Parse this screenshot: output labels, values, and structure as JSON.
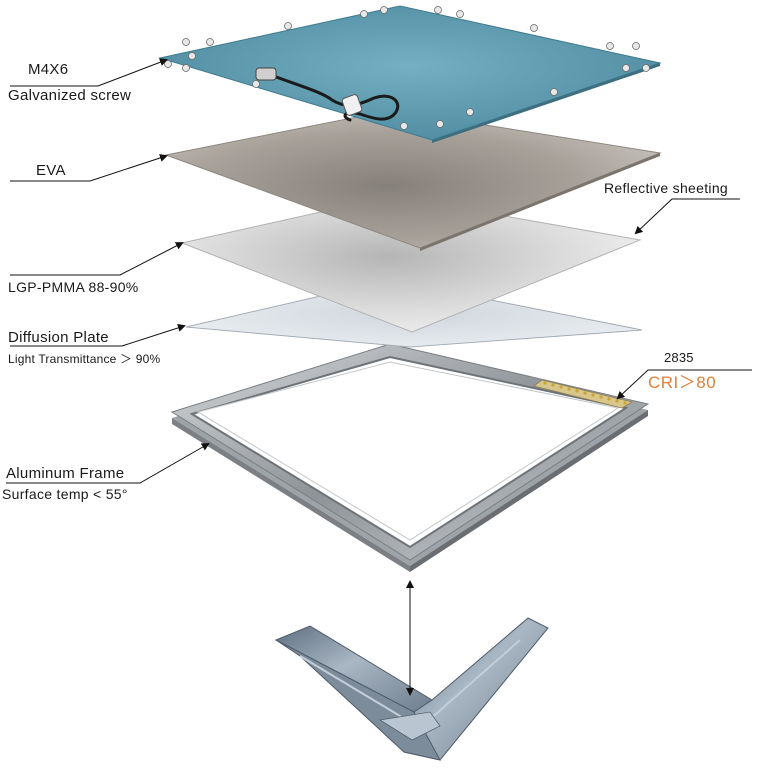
{
  "labels": {
    "screw_size": "M4X6",
    "screw_type": "Galvanized screw",
    "eva": "EVA",
    "reflective": "Reflective sheeting",
    "lgp": "LGP-PMMA 88-90%",
    "diffusion": "Diffusion Plate",
    "transmittance": "Light Transmittance ＞ 90%",
    "led_code": "2835",
    "cri": "CRI＞80",
    "frame": "Aluminum Frame",
    "surface_temp": "Surface temp < 55°"
  },
  "colors": {
    "back_plate": "#5f9bb0",
    "eva": "#a8a29a",
    "accent": "#e0803a"
  }
}
